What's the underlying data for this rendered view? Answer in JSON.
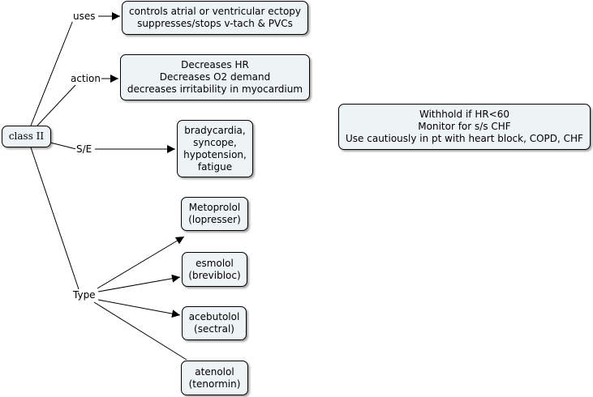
{
  "root": {
    "label": "class II"
  },
  "links": {
    "uses": "uses",
    "action": "action",
    "side_effects": "S/E",
    "type": "Type"
  },
  "nodes": {
    "uses": [
      "controls atrial or ventricular ectopy",
      "suppresses/stops v-tach & PVCs"
    ],
    "action": [
      "Decreases HR",
      "Decreases O2 demand",
      "decreases irritability in myocardium"
    ],
    "side_effects": [
      "bradycardia,",
      "syncope,",
      "hypotension,",
      "fatigue"
    ],
    "nursing": [
      "Withhold if HR<60",
      "Monitor for s/s CHF",
      "Use cautiously in pt with heart block, COPD, CHF"
    ],
    "types": [
      [
        "Metoprolol",
        "(lopresser)"
      ],
      [
        "esmolol",
        "(brevibloc)"
      ],
      [
        "acebutolol",
        "(sectral)"
      ],
      [
        "atenolol",
        "(tenormin)"
      ]
    ]
  }
}
